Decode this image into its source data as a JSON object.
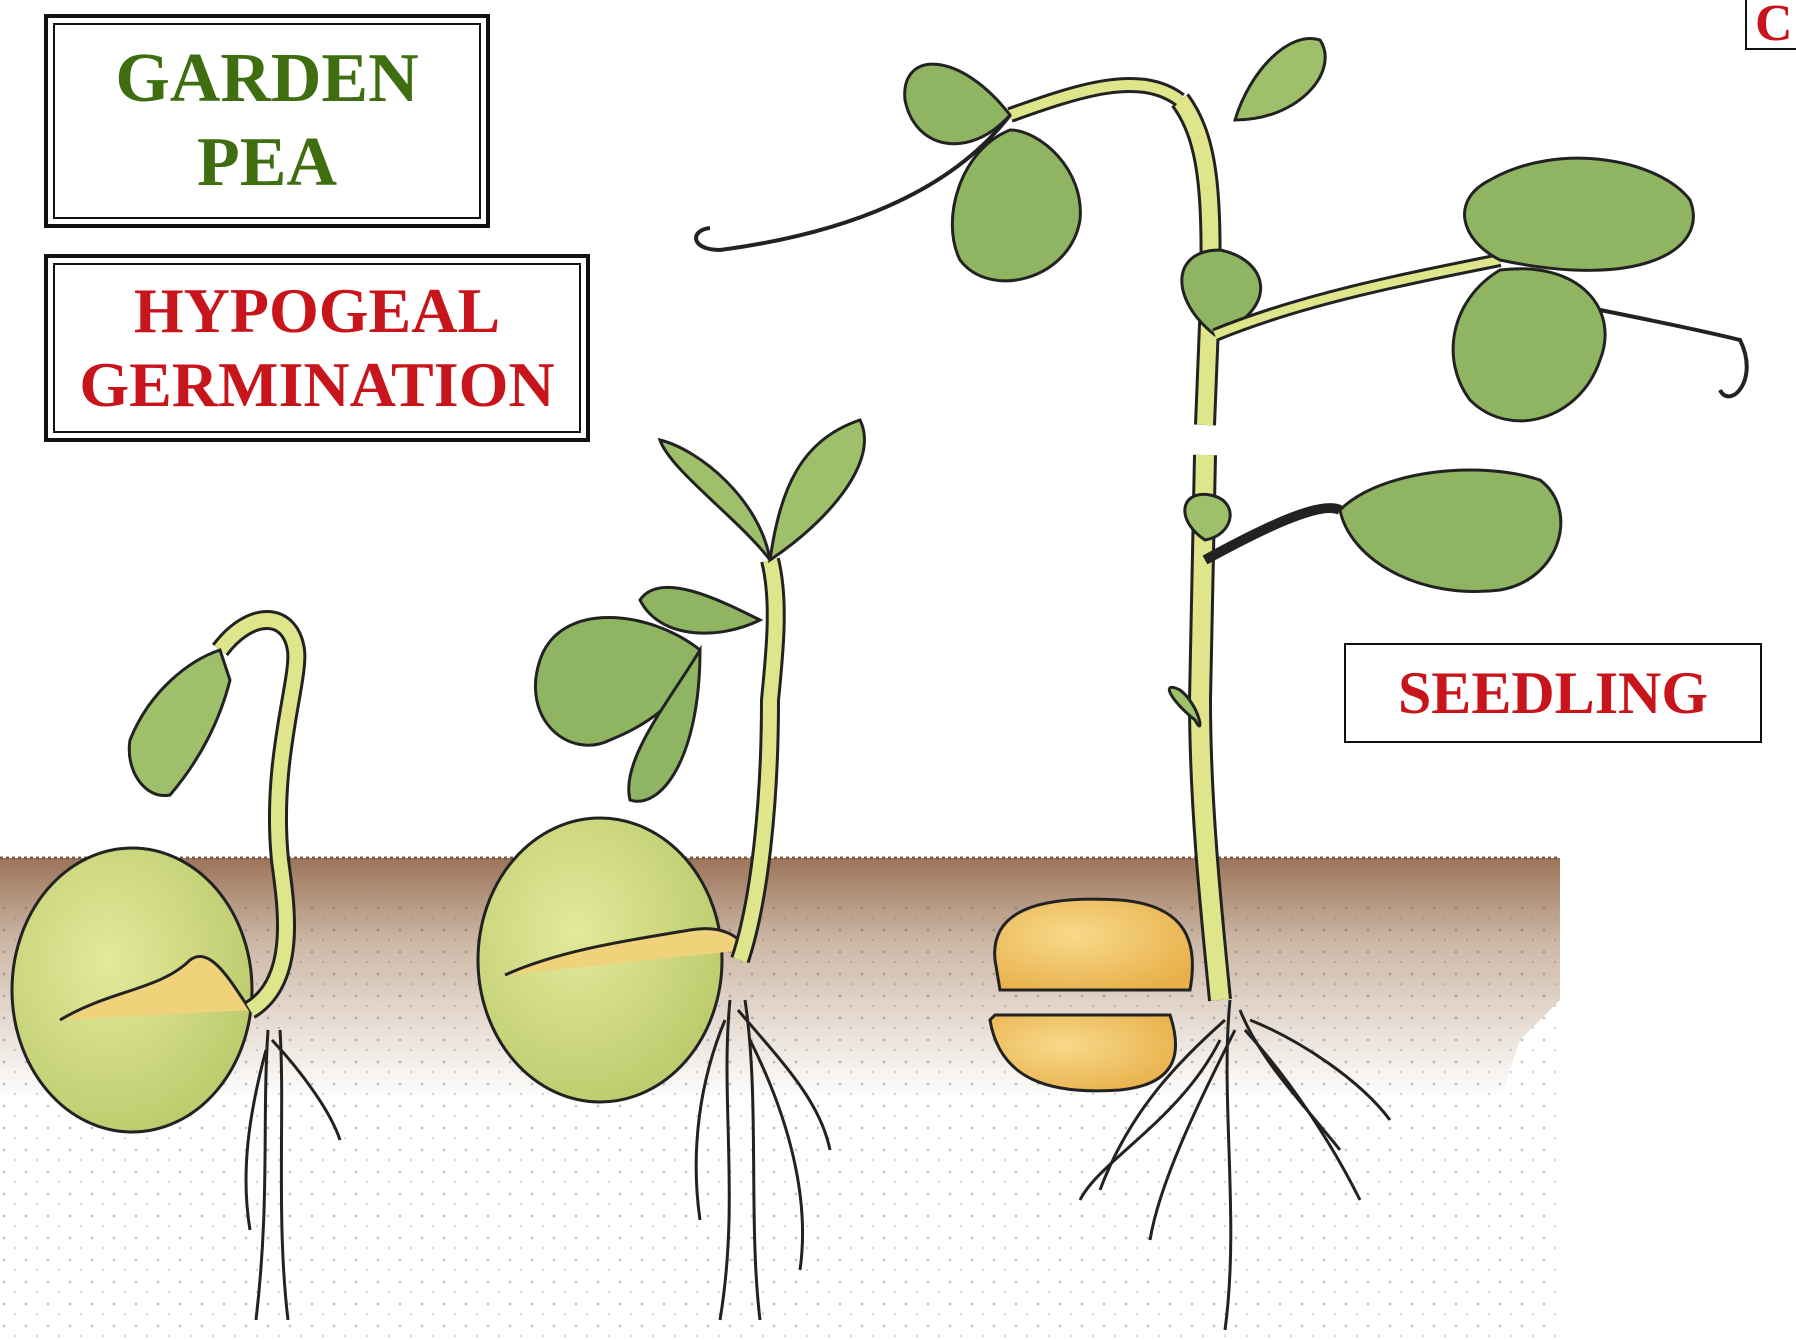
{
  "title": {
    "line1": "GARDEN",
    "line2": "PEA"
  },
  "germination_type": {
    "line1": "HYPOGEAL",
    "line2": "GERMINATION"
  },
  "stage_label": "SEEDLING",
  "corner_label": "C",
  "colors": {
    "title_green": "#3f6e10",
    "label_red": "#c8141b",
    "soil_brown": "#a07a5e",
    "stem_yellow": "#dfe58a",
    "leaf_green": "#8fb563",
    "seed_green": "#cfdb86",
    "cotyledon_orange": "#f0c260"
  },
  "stages": [
    {
      "name": "young-germinating-seed"
    },
    {
      "name": "developing-shoot"
    },
    {
      "name": "seedling"
    }
  ]
}
